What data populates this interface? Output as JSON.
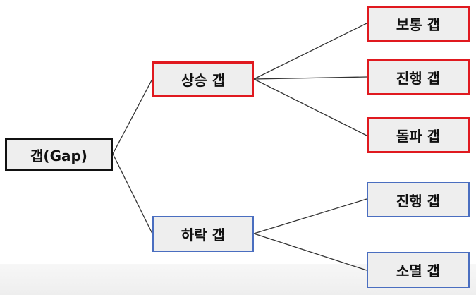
{
  "diagram": {
    "root": {
      "label": "갭(Gap)"
    },
    "rising": {
      "label": "상승 갭",
      "color": "#e0191f",
      "children": [
        "보통 갭",
        "진행 갭",
        "돌파 갭"
      ]
    },
    "falling": {
      "label": "하락 갭",
      "color": "#4a6ec0",
      "children": [
        "진행 갭",
        "소멸 갭"
      ]
    }
  }
}
